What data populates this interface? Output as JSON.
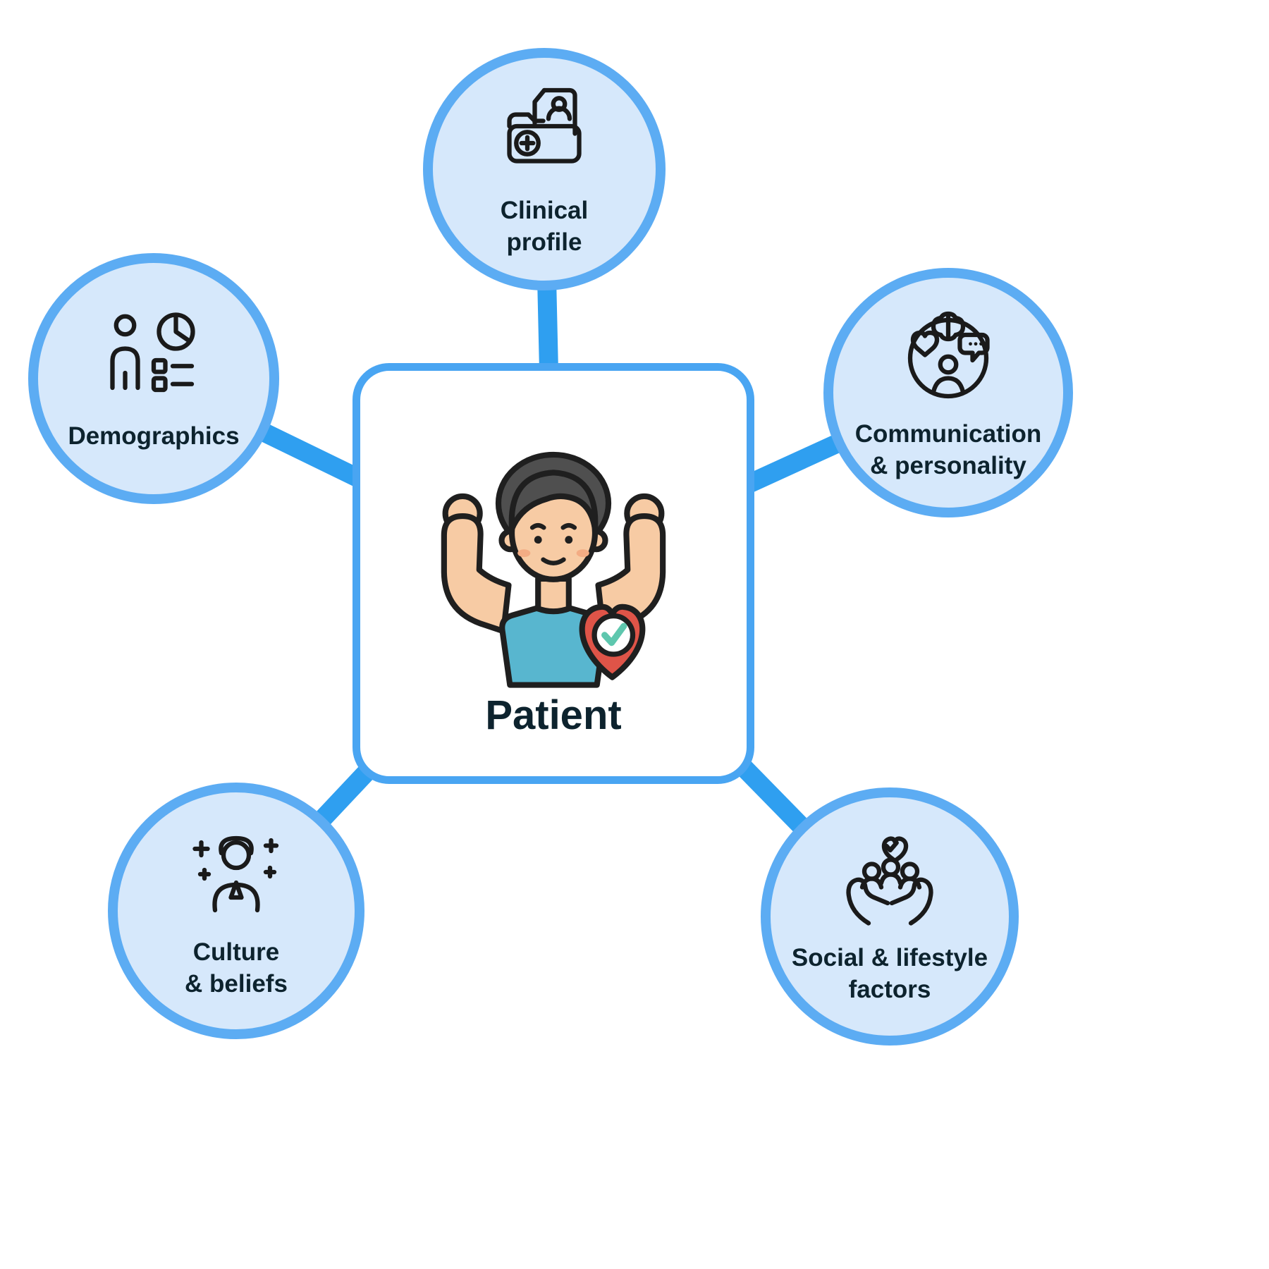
{
  "diagram": {
    "center_label": "Patient",
    "nodes": [
      {
        "label": "Clinical\nprofile",
        "icon": "clinical-profile-icon"
      },
      {
        "label": "Demographics",
        "icon": "demographics-icon"
      },
      {
        "label": "Communication\n& personality",
        "icon": "communication-personality-icon"
      },
      {
        "label": "Culture\n& beliefs",
        "icon": "culture-beliefs-icon"
      },
      {
        "label": "Social & lifestyle\nfactors",
        "icon": "social-lifestyle-icon"
      }
    ],
    "colors": {
      "connector": "#2f9ff0",
      "node_border": "#5cacf3",
      "node_fill": "#d6e8fb",
      "box_border": "#49a5f2",
      "text": "#0d232e",
      "background": "#ffffff",
      "shirt": "#58b6cf",
      "heart": "#df5448",
      "check": "#5ec7ae"
    }
  }
}
